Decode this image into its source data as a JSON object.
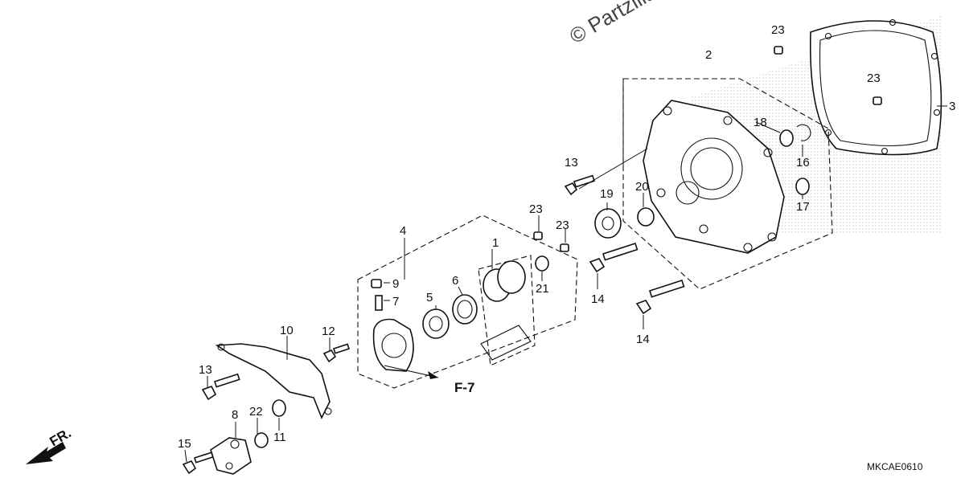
{
  "watermark": "© Partzilla",
  "diagram_code": "MKCAE0610",
  "direction_label": "FR.",
  "reference_label": "F-7",
  "callouts": {
    "c1": "1",
    "c2": "2",
    "c3": "3",
    "c4": "4",
    "c5": "5",
    "c6": "6",
    "c7": "7",
    "c8": "8",
    "c9": "9",
    "c10": "10",
    "c11": "11",
    "c12": "12",
    "c13a": "13",
    "c13b": "13",
    "c14a": "14",
    "c14b": "14",
    "c15": "15",
    "c16": "16",
    "c17": "17",
    "c18": "18",
    "c19": "19",
    "c20": "20",
    "c21": "21",
    "c22": "22",
    "c23a": "23",
    "c23b": "23",
    "c23c": "23",
    "c23d": "23"
  }
}
